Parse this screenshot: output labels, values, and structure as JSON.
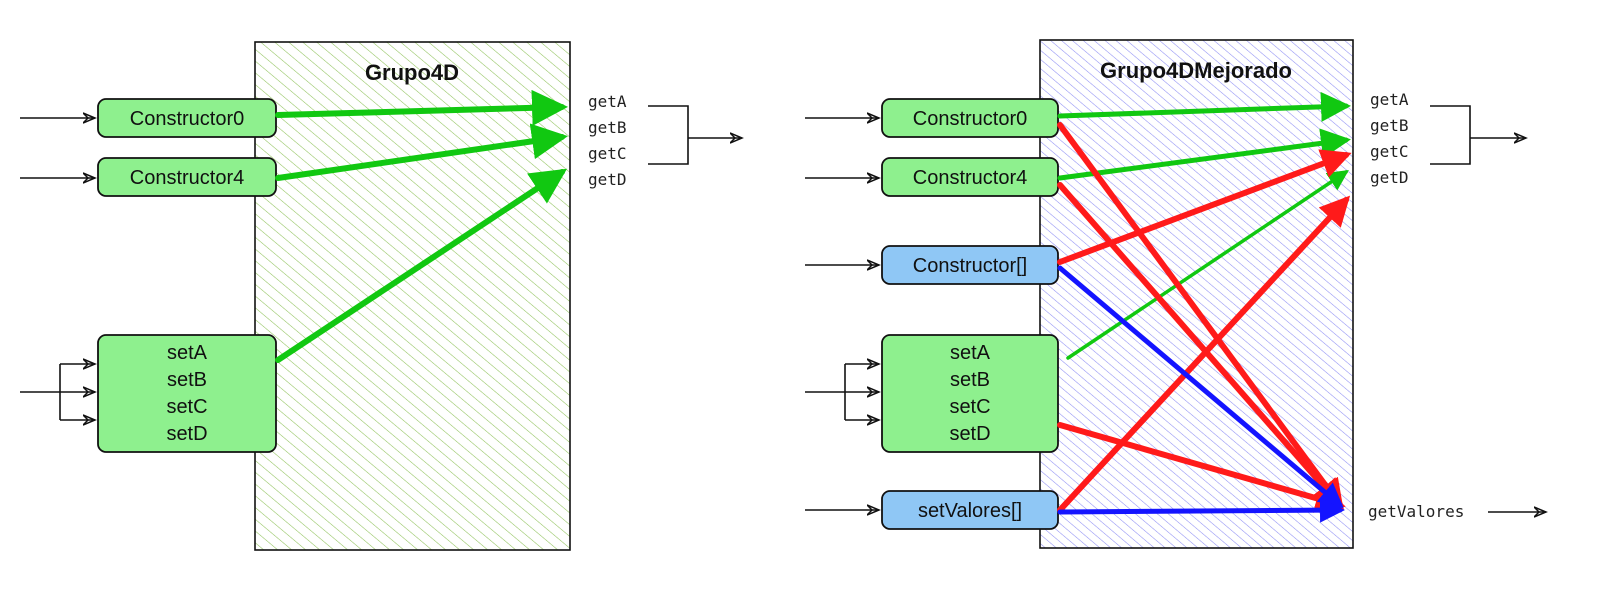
{
  "colors": {
    "green_fill": "#8ef08e",
    "green_hatch": "#8fc25a",
    "blue_fill": "#8fc7f5",
    "blue_hatch": "#8e8ef4",
    "green_arrow": "#11c811",
    "red_arrow": "#ff1a1a",
    "blue_arrow": "#1414ff",
    "outline": "#111111"
  },
  "left_diagram": {
    "title": "Grupo4D",
    "constructor0": "Constructor0",
    "constructor4": "Constructor4",
    "setters": [
      "setA",
      "setB",
      "setC",
      "setD"
    ],
    "getters": [
      "getA",
      "getB",
      "getC",
      "getD"
    ]
  },
  "right_diagram": {
    "title": "Grupo4DMejorado",
    "constructor0": "Constructor0",
    "constructor4": "Constructor4",
    "constructor_array": "Constructor[]",
    "setters": [
      "setA",
      "setB",
      "setC",
      "setD"
    ],
    "set_valores": "setValores[]",
    "getters": [
      "getA",
      "getB",
      "getC",
      "getD"
    ],
    "get_valores": "getValores"
  }
}
